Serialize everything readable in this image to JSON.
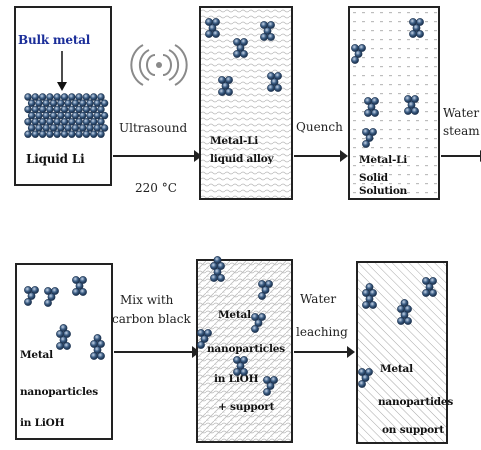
{
  "stage1": {
    "bulk_label": "Bulk metal",
    "liquid_label": "Liquid Li"
  },
  "step1": {
    "line1": "Ultrasound",
    "line2": "220 °C"
  },
  "stage2": {
    "line1": "Metal-Li",
    "line2": "liquid alloy"
  },
  "step2": {
    "line1": "Quench"
  },
  "stage3": {
    "line1": "Metal-Li",
    "line2": "Solid Solution"
  },
  "step3": {
    "line1": "Water",
    "line2": "steam"
  },
  "stage4": {
    "line1": "Metal",
    "line2": "nanoparticles",
    "line3": "in LiOH"
  },
  "step4": {
    "line1": "Mix with",
    "line2": "carbon black"
  },
  "stage5": {
    "line1": "Metal",
    "line2": "nanoparticles",
    "line3": "in LiOH",
    "line4": "+ support"
  },
  "step5": {
    "line1": "Water",
    "line2": "leaching"
  },
  "stage6": {
    "line1": "Metal",
    "line2": "nanopartides",
    "line3": "on support"
  },
  "colors": {
    "particle": "#3d5f86",
    "particle_light": "#9fb4cf",
    "outline": "#222222",
    "bulk_label": "#1a2d99"
  }
}
